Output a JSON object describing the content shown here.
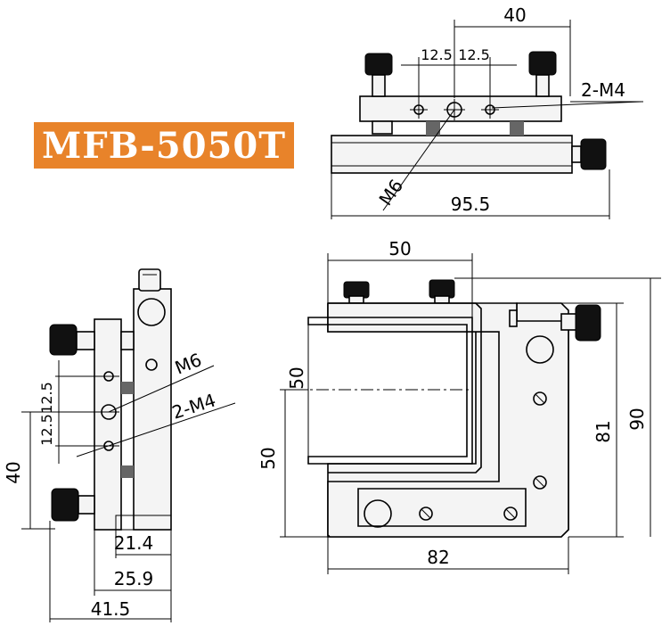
{
  "model": "MFB-5050T",
  "colors": {
    "badge": "#e8832a",
    "badge_text": "#ffffff",
    "line": "#000000"
  },
  "top_view": {
    "dims": {
      "width_40": "40",
      "pitch_left": "12.5",
      "pitch_right": "12.5",
      "holes": "2-M4",
      "thread": "M6",
      "overall": "95.5"
    }
  },
  "side_view": {
    "dims": {
      "pitch_upper": "12.5",
      "pitch_lower": "12.5",
      "thread": "M6",
      "holes": "2-M4",
      "height_40": "40",
      "depth_a": "21.4",
      "depth_b": "25.9",
      "depth_c": "41.5"
    }
  },
  "front_view": {
    "dims": {
      "top_50": "50",
      "aperture_50": "50",
      "left_50": "50",
      "height_81": "81",
      "height_90": "90",
      "width_82": "82"
    }
  }
}
